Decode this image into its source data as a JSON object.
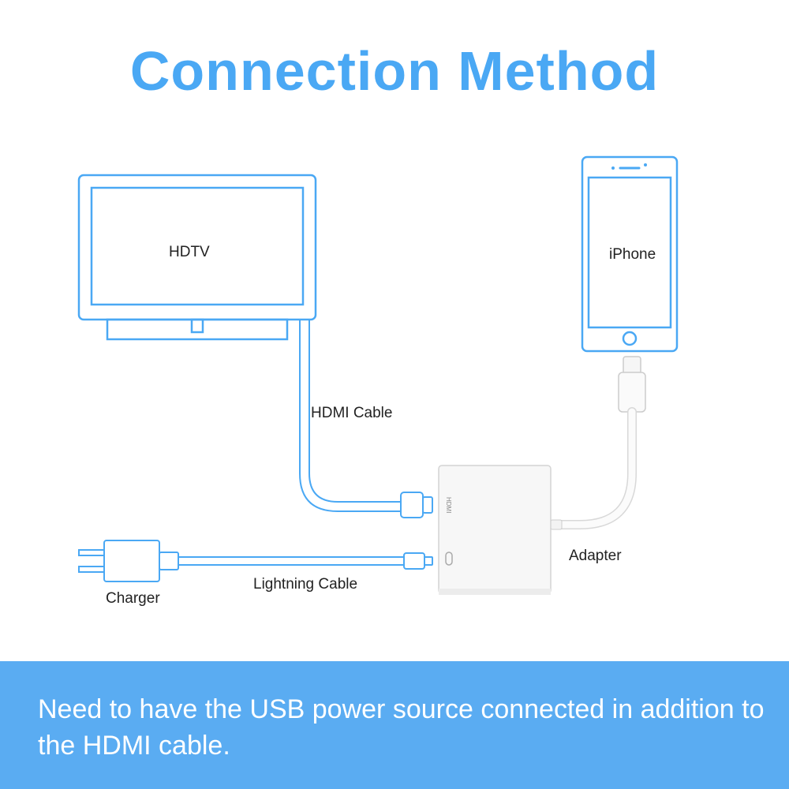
{
  "title": "Connection Method",
  "colors": {
    "title": "#4aa8f4",
    "outline": "#4aa8f4",
    "banner": "#5aacf2",
    "banner_text": "#ffffff"
  },
  "labels": {
    "hdtv": "HDTV",
    "iphone": "iPhone",
    "hdmi_cable": "HDMI Cable",
    "adapter": "Adapter",
    "charger": "Charger",
    "lightning_cable": "Lightning Cable",
    "adapter_port": "HDMI"
  },
  "icons": [
    "tv-icon",
    "phone-icon",
    "adapter-icon",
    "charger-icon",
    "hdmi-plug-icon",
    "lightning-plug-icon"
  ],
  "banner": {
    "text": "Need to have the USB power source connected in addition to the HDMI cable."
  }
}
